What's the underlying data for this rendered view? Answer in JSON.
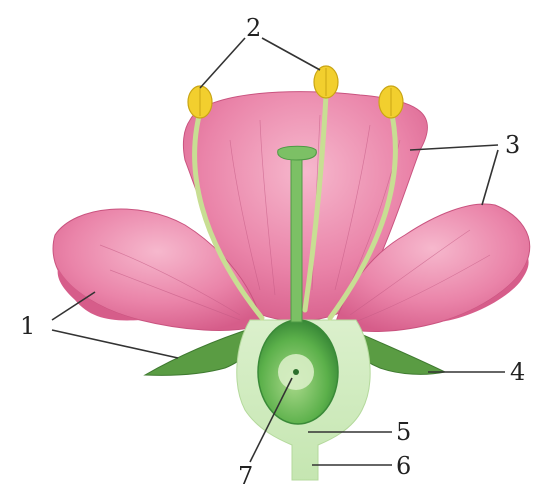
{
  "labels": {
    "l1": "1",
    "l2": "2",
    "l3": "3",
    "l4": "4",
    "l5": "5",
    "l6": "6",
    "l7": "7"
  },
  "colors": {
    "petal": "#e8779f",
    "petal_light": "#f2a6c0",
    "petal_dark": "#c9537f",
    "filament": "#cfe39a",
    "anther": "#f2cf2e",
    "receptacle": "#cfeabf",
    "ovary": "#6cbb5a",
    "ovary_dark": "#3f9440",
    "sepal": "#5a9c43",
    "stalk": "#d8efc8"
  }
}
